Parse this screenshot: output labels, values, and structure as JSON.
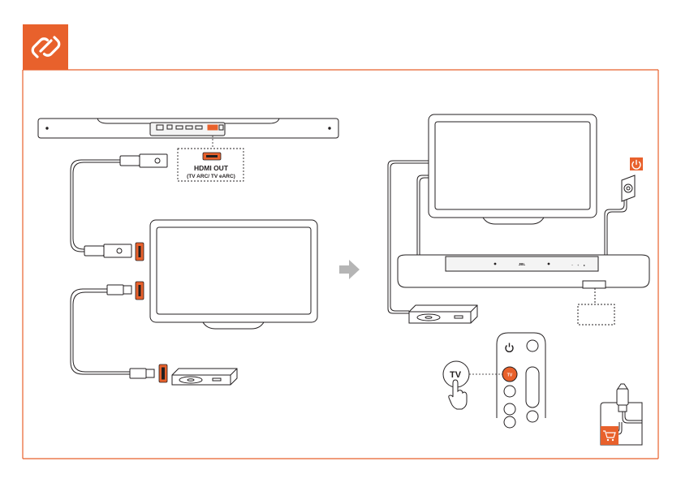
{
  "header": {
    "icon": "link-icon",
    "accent_color": "#e8612c"
  },
  "hdmi_callout": {
    "title": "HDMI OUT",
    "subtitle": "(TV ARC/ TV eARC)"
  },
  "remote": {
    "tv_button_label": "TV",
    "callout_label": "TV"
  },
  "soundbar": {
    "brand": "JBL"
  },
  "icons": [
    "link-icon",
    "power-icon",
    "arrow-right-icon",
    "hand-pointer-icon",
    "cart-icon",
    "hdmi-plug-icon",
    "power-socket-icon"
  ],
  "colors": {
    "accent": "#e8612c",
    "line": "#231f20",
    "grey_arrow": "#b5b5b5",
    "panel_fill": "#f4f4f4"
  }
}
